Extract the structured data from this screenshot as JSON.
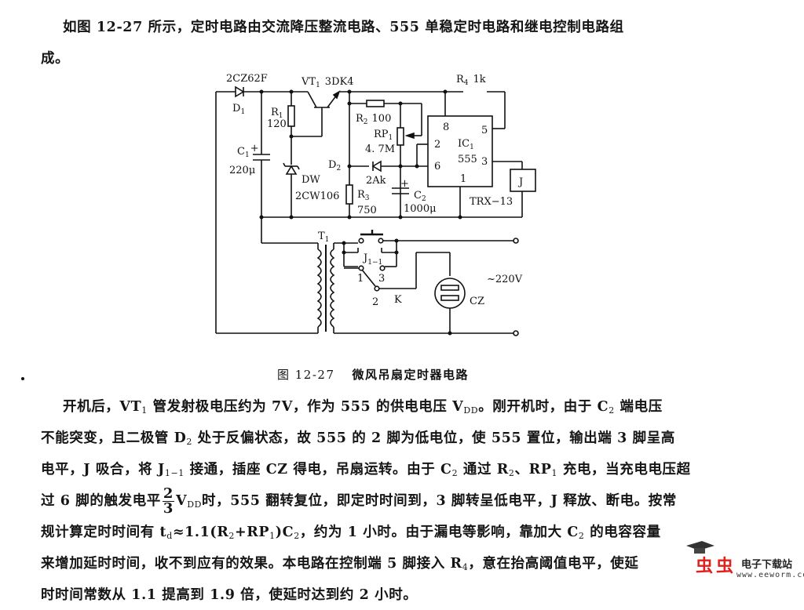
{
  "intro": {
    "line1": "如图 12-27 所示，定时电路由交流降压整流电路、555 单稳定时电路和继电控制电路组",
    "line2": "成。"
  },
  "diagram": {
    "labels": {
      "d1_part": "2CZ62F",
      "d1": "D",
      "d1_sub": "1",
      "vt1": "VT",
      "vt1_sub": "1",
      "vt1_part": "3DK4",
      "r4": "R",
      "r4_sub": "4",
      "r4_value": "1k",
      "r1": "R",
      "r1_sub": "1",
      "r1_value": "120",
      "r2": "R",
      "r2_sub": "2",
      "r2_value": "100",
      "rp1": "RP",
      "rp1_sub": "1",
      "rp1_value": "4. 7M",
      "c1": "C",
      "c1_sub": "1",
      "c1_plus": "+",
      "c1_value": "220μ",
      "dw": "DW",
      "dw_part": "2CW106",
      "d2": "D",
      "d2_sub": "2",
      "d2_part": "2Ak",
      "r3": "R",
      "r3_sub": "3",
      "r3_value": "750",
      "c2": "C",
      "c2_sub": "2",
      "c2_plus": "+",
      "c2_value": "1000μ",
      "ic1": "IC",
      "ic1_sub": "1",
      "ic1_part": "555",
      "pin8": "8",
      "pin5": "5",
      "pin2": "2",
      "pin6": "6",
      "pin3": "3",
      "pin1": "1",
      "relay": "J",
      "relay_part": "TRX−13",
      "t1": "T",
      "t1_sub": "1",
      "j11": "J",
      "j11_sub": "1−1",
      "sw1": "1",
      "sw3": "3",
      "sw2": "2",
      "k": "K",
      "cz": "CZ",
      "ac": "~220V"
    }
  },
  "caption": {
    "number": "图 12-27",
    "title": "微风吊扇定时器电路"
  },
  "body": {
    "l1a": "开机后，VT",
    "l1b": "1",
    "l1c": " 管发射极电压约为 7V，作为 555 的供电电压 V",
    "l1d": "DD",
    "l1e": "。刚开机时，由于 C",
    "l1f": "2",
    "l1g": " 端电压",
    "l2a": "不能突变，且二极管 D",
    "l2b": "2",
    "l2c": " 处于反偏状态，故 555 的 2 脚为低电位，使 555 置位，输出端 3 脚呈高",
    "l3a": "电平，J 吸合，将 J",
    "l3b": "1−1",
    "l3c": " 接通，插座 CZ 得电，吊扇运转。由于 C",
    "l3d": "2",
    "l3e": " 通过 R",
    "l3f": "2",
    "l3g": "、RP",
    "l3h": "1",
    "l3i": " 充电，当充电电压超",
    "l4a": "过 6 脚的触发电平",
    "l4_num": "2",
    "l4_den": "3",
    "l4b": "V",
    "l4c": "DD",
    "l4d": "时，555 翻转复位，即定时时间到，3 脚转呈低电平，J 释放、断电。按常",
    "l5a": "规计算定时时间有 t",
    "l5b": "d",
    "l5c": "≈1.1(R",
    "l5d": "2",
    "l5e": "+RP",
    "l5f": "1",
    "l5g": ")C",
    "l5h": "2",
    "l5i": "，约为 1 小时。由于漏电等影响，靠加大 C",
    "l5j": "2",
    "l5k": " 的电容容量",
    "l6a": "来增加延时时间，收不到应有的效果。本电路在控制端 5 脚接入 R",
    "l6b": "4",
    "l6c": "，意在抬高阈值电平，使延",
    "l7": "时时间常数从 1.1 提高到 1.9 倍，使延时达到约 2 小时。"
  },
  "watermark": {
    "logo_text": "虫虫",
    "site_name": "电子下载站",
    "url": "www.eeworm.com",
    "colors": {
      "logo": "#e0201c",
      "text": "#222222"
    }
  }
}
